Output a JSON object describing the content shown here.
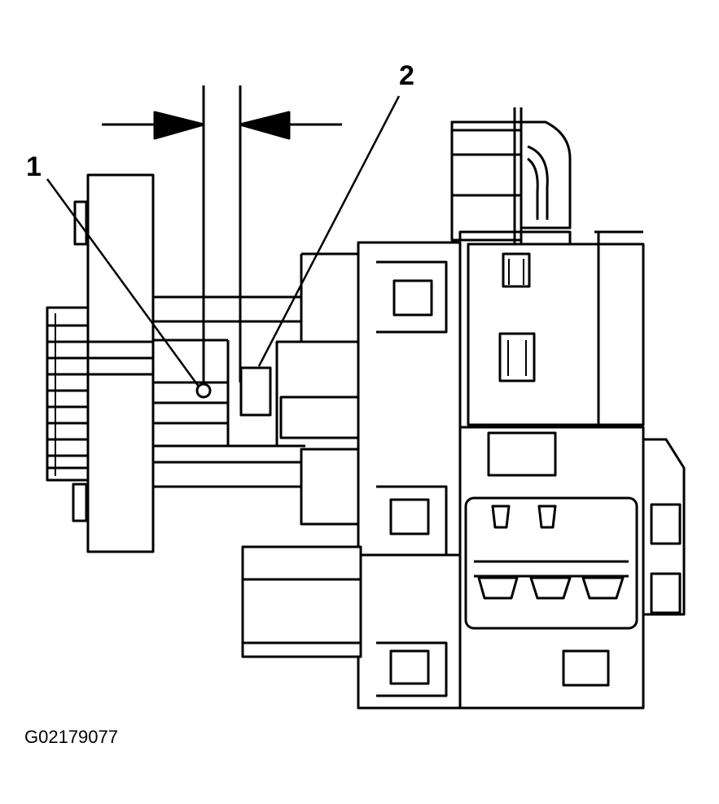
{
  "callouts": [
    {
      "label": "1"
    },
    {
      "label": "2"
    }
  ],
  "figure_id": "G02179077"
}
